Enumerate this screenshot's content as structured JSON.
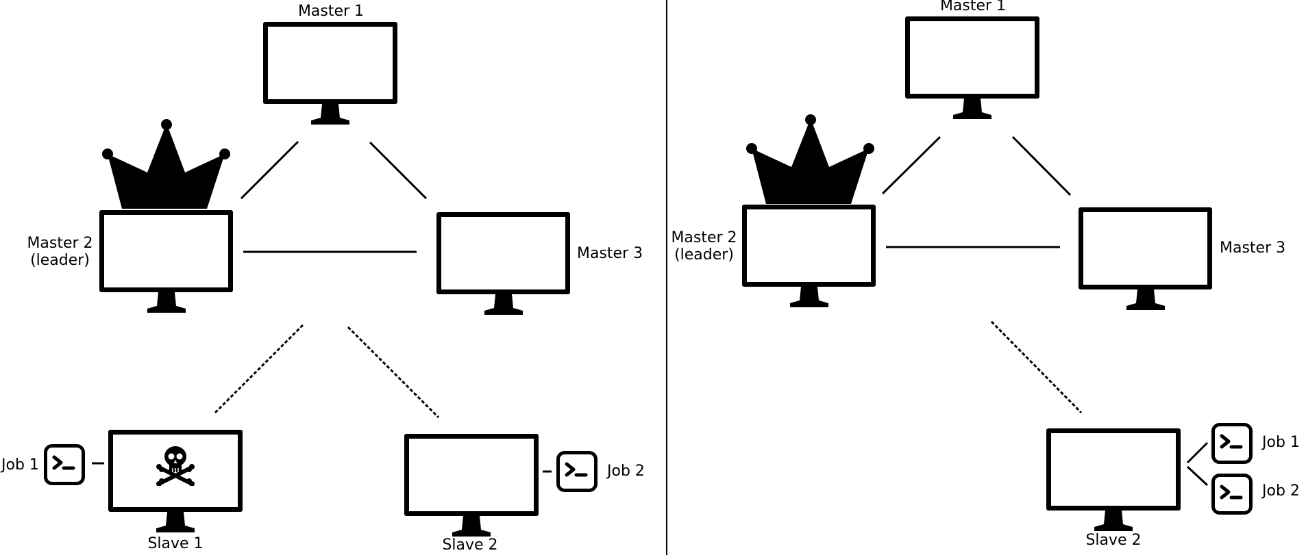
{
  "left_panel": {
    "master1_label": "Master 1",
    "master2_label_line1": "Master 2",
    "master2_label_line2": "(leader)",
    "master3_label": "Master  3",
    "slave1_label": "Slave 1",
    "slave2_label": "Slave 2",
    "job1_label": "Job 1",
    "job2_label": "Job 2"
  },
  "right_panel": {
    "master1_label": "Master 1",
    "master2_label_line1": "Master 2",
    "master2_label_line2": "(leader)",
    "master3_label": "Master  3",
    "slave2_label": "Slave 2",
    "job1_label": "Job 1",
    "job2_label": "Job 2"
  },
  "icons": [
    "crown-icon",
    "monitor-icon",
    "terminal-icon",
    "skull-crossbones-icon"
  ],
  "colors": {
    "ink": "#000000",
    "background": "#ffffff"
  }
}
